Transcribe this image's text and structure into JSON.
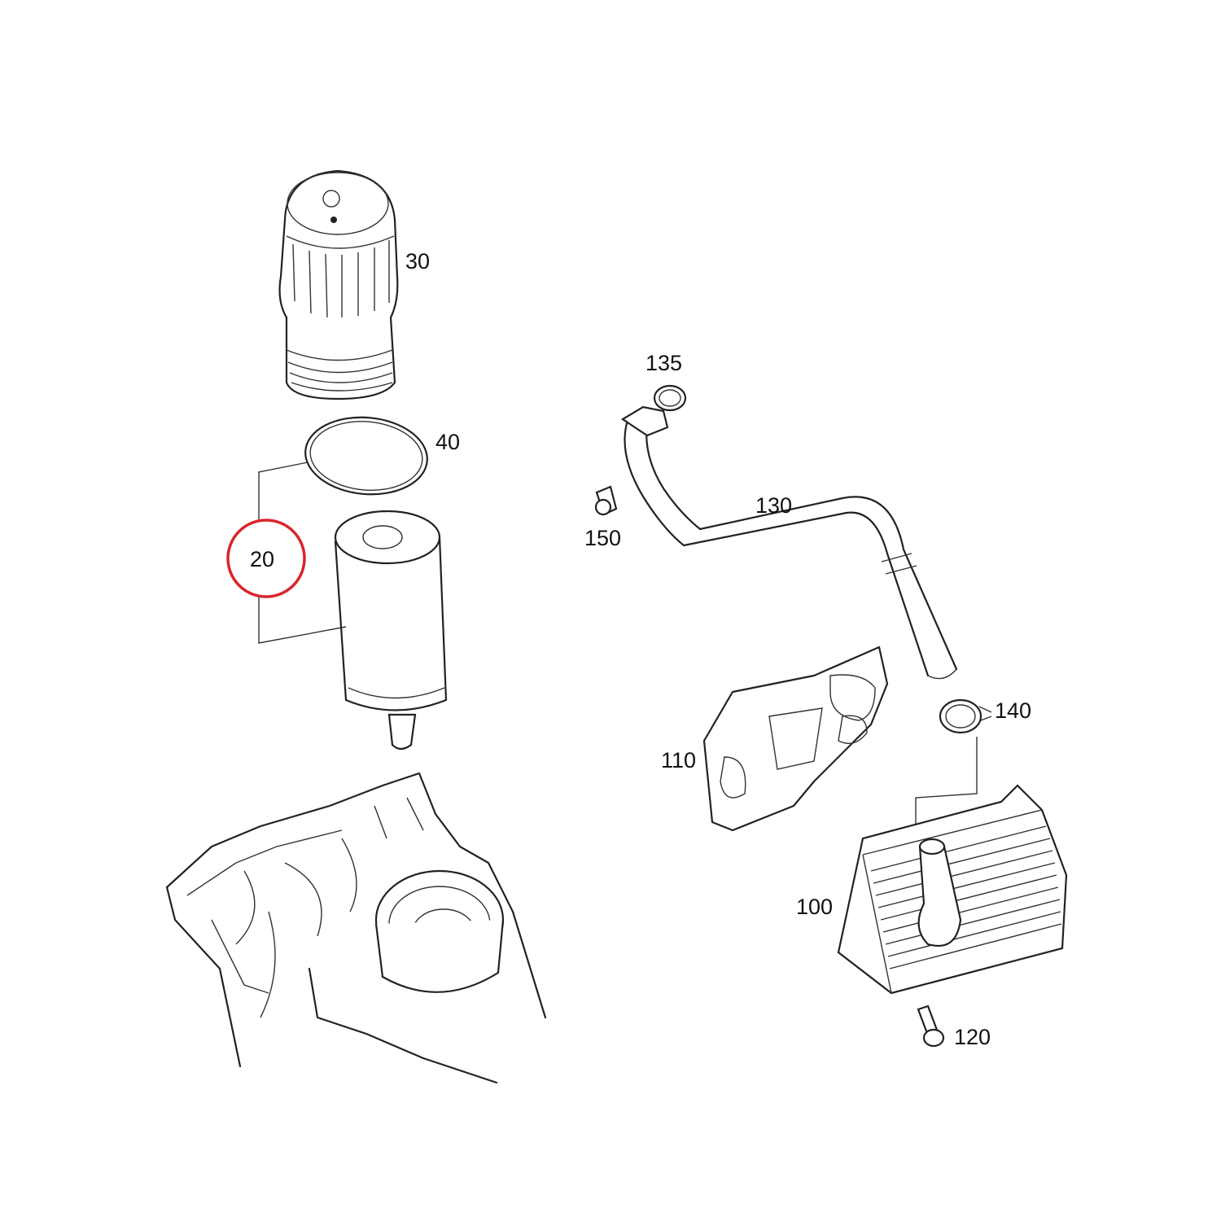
{
  "diagram": {
    "highlight_color": "#d9262c",
    "callouts": [
      {
        "id": "30",
        "label": "30",
        "part": "oil-filter-cap"
      },
      {
        "id": "40",
        "label": "40",
        "part": "o-ring"
      },
      {
        "id": "20",
        "label": "20",
        "part": "oil-filter-element",
        "highlighted": true
      },
      {
        "id": "135",
        "label": "135",
        "part": "seal-ring"
      },
      {
        "id": "150",
        "label": "150",
        "part": "screw"
      },
      {
        "id": "130",
        "label": "130",
        "part": "coolant-pipe"
      },
      {
        "id": "140",
        "label": "140",
        "part": "hose-clamp"
      },
      {
        "id": "110",
        "label": "110",
        "part": "gasket"
      },
      {
        "id": "100",
        "label": "100",
        "part": "oil-cooler"
      },
      {
        "id": "120",
        "label": "120",
        "part": "bolt"
      }
    ]
  }
}
